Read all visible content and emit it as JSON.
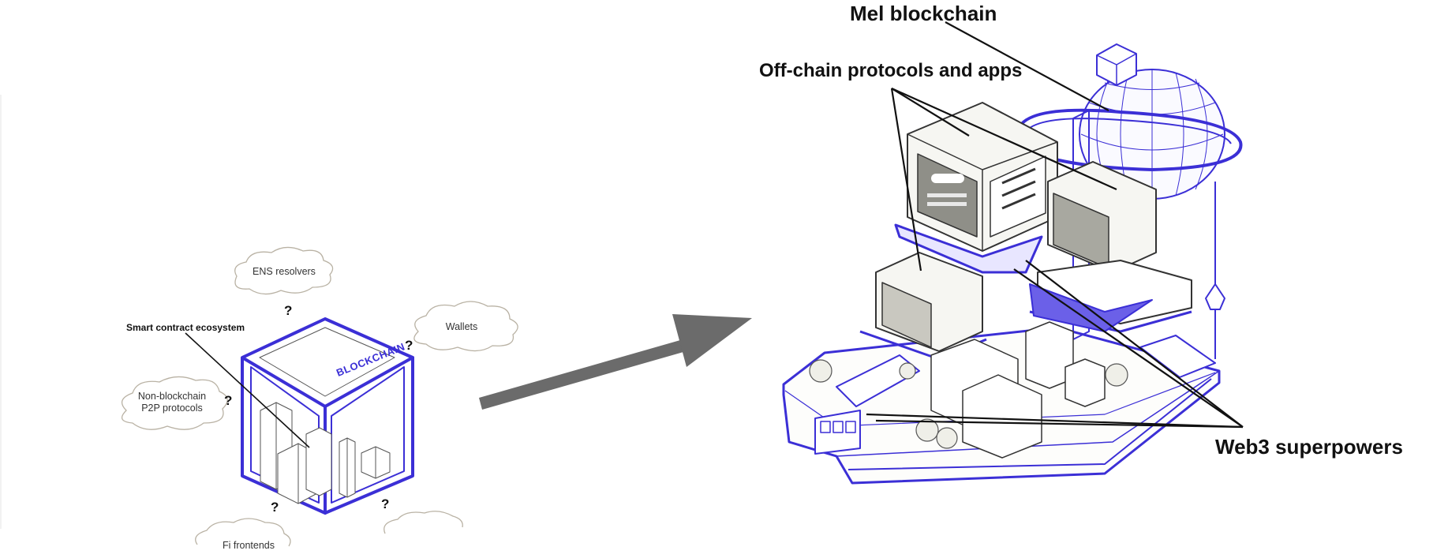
{
  "left_diagram": {
    "callout": "Smart contract ecosystem",
    "cube_label": "BLOCKCHAIN",
    "clouds": {
      "ens": "ENS resolvers",
      "wallets": "Wallets",
      "p2p_line1": "Non-blockchain",
      "p2p_line2": "P2P protocols",
      "defi_partial": "Fi frontends"
    },
    "question_mark": "?"
  },
  "right_diagram": {
    "mel_blockchain": "Mel blockchain",
    "offchain": "Off-chain protocols and apps",
    "web3": "Web3 superpowers"
  },
  "colors": {
    "accent": "#3b2fd6",
    "arrow": "#6b6b6b",
    "line": "#111111",
    "cloud_stroke": "#b9b2a4"
  }
}
